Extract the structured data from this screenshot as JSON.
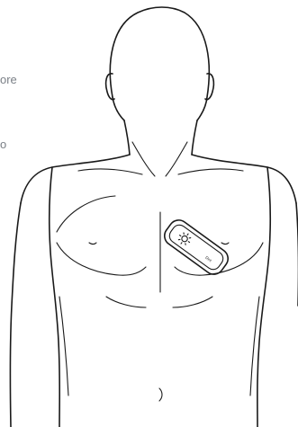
{
  "cut_text": {
    "line1": "ore",
    "line2": "o"
  },
  "device": {
    "label": "Dxc"
  },
  "colors": {
    "outline": "#1a1a1a",
    "cut_text": "#7a7f86",
    "background": "#ffffff"
  }
}
